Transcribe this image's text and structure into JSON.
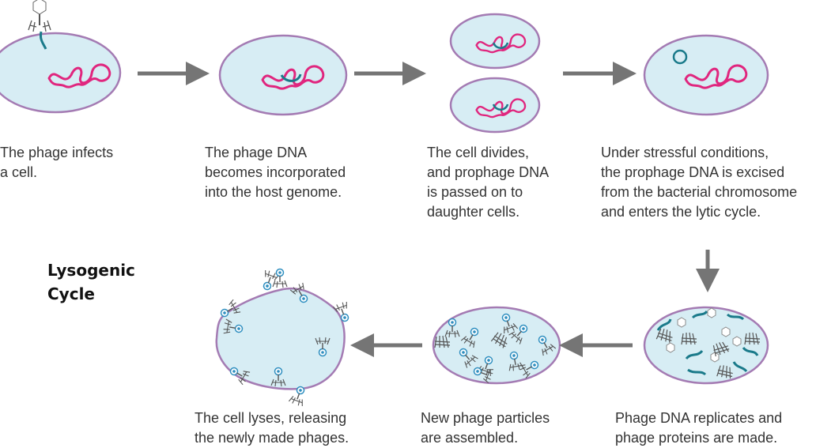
{
  "title": {
    "line1": "Lysogenic",
    "line2": "Cycle"
  },
  "steps": [
    {
      "caption": "The phage infects\na cell."
    },
    {
      "caption": "The phage DNA\nbecomes incorporated\ninto the host genome."
    },
    {
      "caption": "The cell divides,\nand prophage DNA\nis passed on to\ndaughter cells."
    },
    {
      "caption": "Under stressful conditions,\nthe prophage DNA is excised\nfrom the bacterial chromosome\nand enters the lytic cycle."
    },
    {
      "caption": "Phage DNA replicates and\nphage proteins are made."
    },
    {
      "caption": "New phage particles\nare assembled."
    },
    {
      "caption": "The cell lyses, releasing\nthe newly made phages."
    }
  ],
  "colors": {
    "cell_fill": "#d7edf4",
    "cell_border": "#a47bb3",
    "host_dna": "#e0267e",
    "phage_dna": "#1a7a8a",
    "arrow": "#757575",
    "phage_head": "#ffffff",
    "phage_head_dna": "#2f8fc0",
    "phage_tail": "#555555"
  }
}
